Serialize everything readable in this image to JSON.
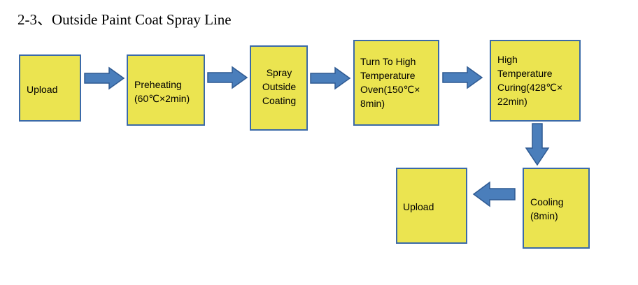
{
  "title": "2-3、Outside Paint Coat Spray Line",
  "colors": {
    "box_fill": "#ebe450",
    "box_border": "#3b6aa8",
    "arrow_fill": "#4a7ebb",
    "arrow_stroke": "#2f5a92"
  },
  "steps": [
    {
      "id": "upload-start",
      "label": "Upload"
    },
    {
      "id": "preheating",
      "label": "Preheating\n(60℃×2min)"
    },
    {
      "id": "spray-outside-coating",
      "label": "Spray\nOutside\nCoating"
    },
    {
      "id": "turn-to-high-temperature-oven",
      "label": "Turn To High\nTemperature\nOven(150℃×\n8min)"
    },
    {
      "id": "high-temperature-curing",
      "label": "High\nTemperature\nCuring(428℃×\n22min)"
    },
    {
      "id": "cooling",
      "label": "Cooling\n(8min)"
    },
    {
      "id": "upload-end",
      "label": "Upload"
    }
  ]
}
